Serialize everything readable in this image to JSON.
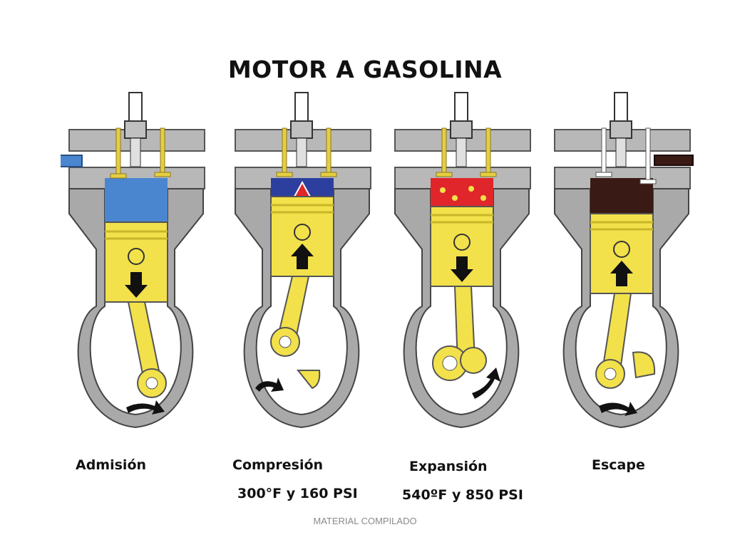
{
  "title": "MOTOR A GASOLINA",
  "stages": [
    {
      "name": "Admisión",
      "gas_color": "#4a86d0",
      "piston": "down",
      "detail": ""
    },
    {
      "name": "Compresión",
      "gas_color": "#2d3f9e",
      "piston": "up",
      "detail": "300°F y 160 PSI"
    },
    {
      "name": "Expansión",
      "gas_color": "#e0262a",
      "piston": "down",
      "detail": "540ºF y 850 PSI"
    },
    {
      "name": "Escape",
      "gas_color": "#3a1a14",
      "piston": "up",
      "detail": ""
    }
  ],
  "colors": {
    "metal": "#9a9a9a",
    "metal_light": "#c6c6c6",
    "piston": "#f2e14a",
    "piston_dark": "#c8b62a"
  },
  "footer": "MATERIAL COMPILADO"
}
